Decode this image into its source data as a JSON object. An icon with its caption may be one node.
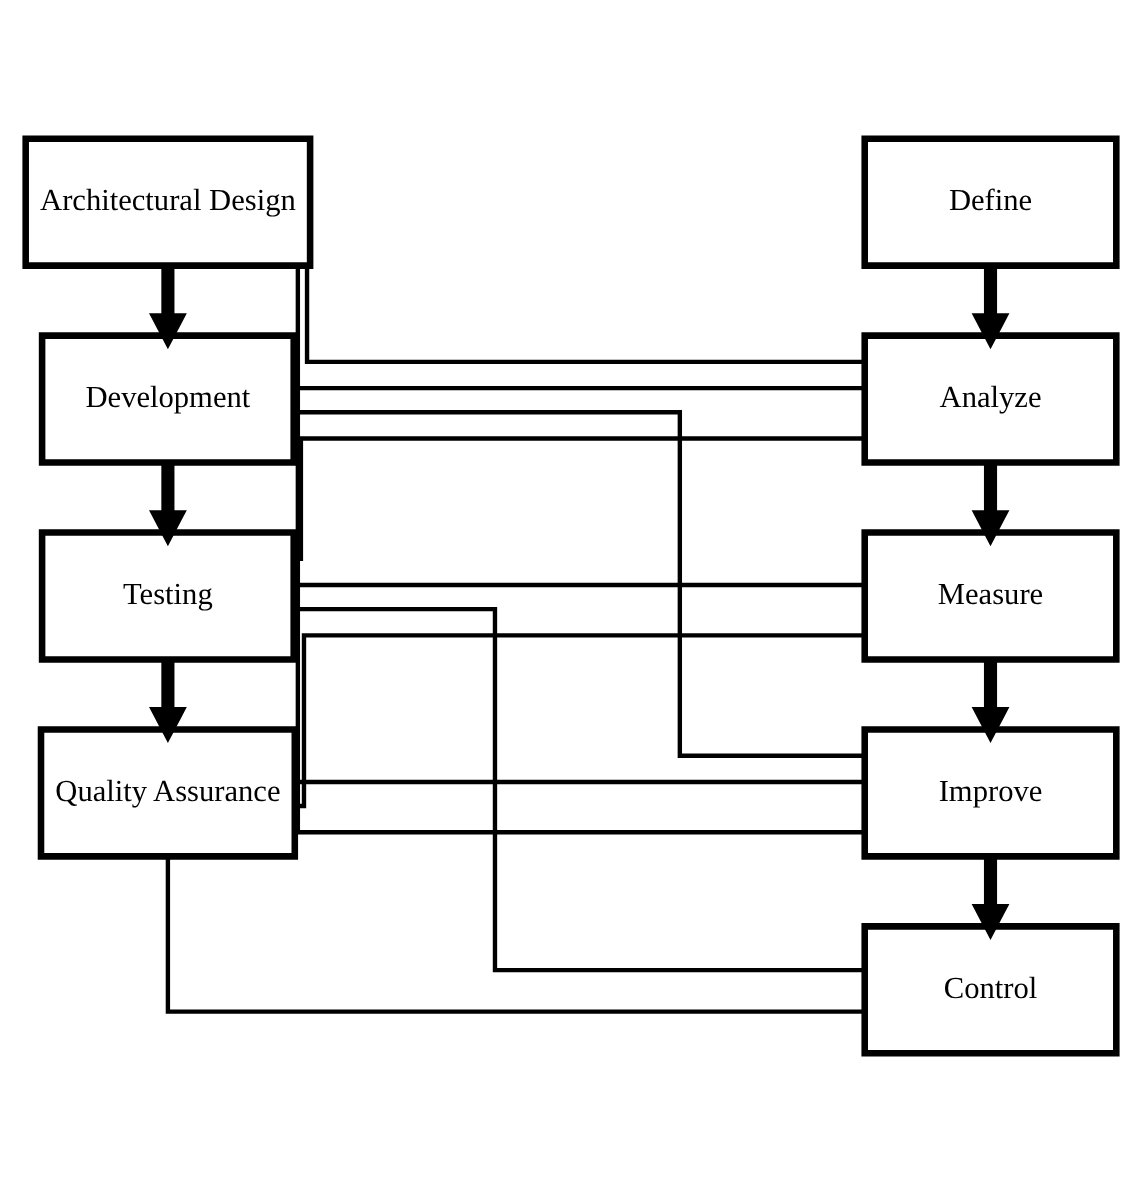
{
  "diagram": {
    "nodes": [
      {
        "text": [
          "Architectural Design"
        ]
      },
      {
        "text": [
          "Development"
        ]
      },
      {
        "text": [
          "Testing"
        ]
      },
      {
        "text": [
          "Quality Assurance"
        ]
      },
      {
        "text": [
          "Define"
        ]
      },
      {
        "text": [
          "Analyze"
        ]
      },
      {
        "text": [
          "Measure"
        ]
      },
      {
        "text": [
          "Improve"
        ]
      },
      {
        "text": [
          "Control"
        ]
      }
    ],
    "edges": [
      {
        "from": 0,
        "to": 1,
        "arrow": "to",
        "style": "thick"
      },
      {
        "from": 1,
        "to": 2,
        "arrow": "to",
        "style": "thick"
      },
      {
        "from": 2,
        "to": 3,
        "arrow": "to",
        "style": "thick"
      },
      {
        "from": 4,
        "to": 5,
        "arrow": "to",
        "style": "thick"
      },
      {
        "from": 5,
        "to": 6,
        "arrow": "to",
        "style": "thick"
      },
      {
        "from": 6,
        "to": 7,
        "arrow": "to",
        "style": "thick"
      },
      {
        "from": 7,
        "to": 8,
        "arrow": "to",
        "style": "thick"
      },
      {
        "from": 0,
        "to": 5,
        "arrow": "none"
      },
      {
        "from": 0,
        "to": 7,
        "arrow": "none"
      },
      {
        "from": 1,
        "to": 5,
        "arrow": "none"
      },
      {
        "from": 1,
        "to": 7,
        "arrow": "none"
      },
      {
        "from": 2,
        "to": 5,
        "arrow": "none"
      },
      {
        "from": 2,
        "to": 6,
        "arrow": "none"
      },
      {
        "from": 2,
        "to": 8,
        "arrow": "none"
      },
      {
        "from": 3,
        "to": 6,
        "arrow": "none"
      },
      {
        "from": 3,
        "to": 7,
        "arrow": "none"
      },
      {
        "from": 3,
        "to": 8,
        "arrow": "none"
      }
    ]
  }
}
